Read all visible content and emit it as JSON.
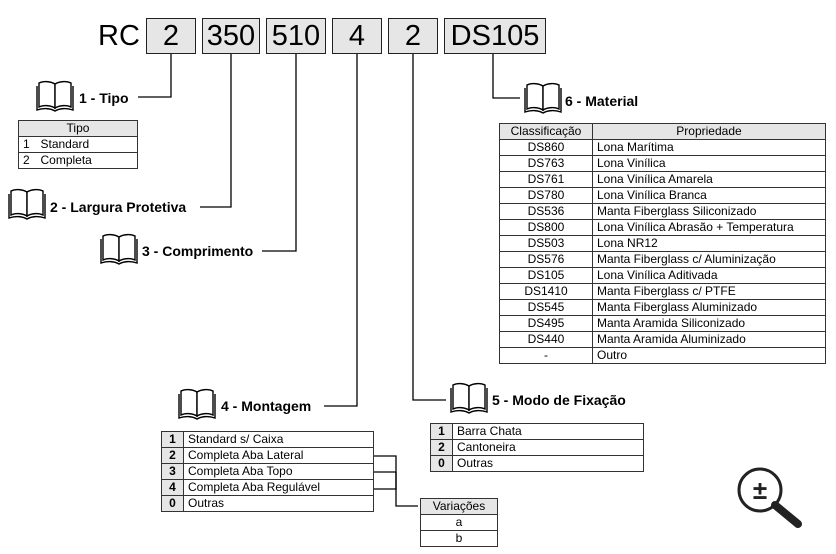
{
  "code": {
    "prefix": "RC",
    "segments": [
      "2",
      "350",
      "510",
      "4",
      "2",
      "DS105"
    ]
  },
  "sections": {
    "tipo": {
      "label": "1 - Tipo",
      "header": "Tipo",
      "rows": [
        {
          "num": "1",
          "text": "Standard"
        },
        {
          "num": "2",
          "text": "Completa"
        }
      ]
    },
    "largura": {
      "label": "2 - Largura Protetiva"
    },
    "comprimento": {
      "label": "3 - Comprimento"
    },
    "montagem": {
      "label": "4 - Montagem",
      "rows": [
        {
          "num": "1",
          "text": "Standard s/ Caixa"
        },
        {
          "num": "2",
          "text": "Completa Aba Lateral"
        },
        {
          "num": "3",
          "text": "Completa Aba Topo"
        },
        {
          "num": "4",
          "text": "Completa Aba Regulável"
        },
        {
          "num": "0",
          "text": "Outras"
        }
      ]
    },
    "variacoes": {
      "header": "Variações",
      "rows": [
        "a",
        "b"
      ]
    },
    "fixacao": {
      "label": "5 - Modo de Fixação",
      "rows": [
        {
          "num": "1",
          "text": "Barra Chata"
        },
        {
          "num": "2",
          "text": "Cantoneira"
        },
        {
          "num": "0",
          "text": "Outras"
        }
      ]
    },
    "material": {
      "label": "6 -  Material",
      "headers": [
        "Classificação",
        "Propriedade"
      ],
      "rows": [
        {
          "code": "DS860",
          "prop": "Lona Marítima"
        },
        {
          "code": "DS763",
          "prop": "Lona Vinílica"
        },
        {
          "code": "DS761",
          "prop": "Lona Vinílica Amarela"
        },
        {
          "code": "DS780",
          "prop": "Lona Vinílica Branca"
        },
        {
          "code": "DS536",
          "prop": "Manta Fiberglass Siliconizado"
        },
        {
          "code": "DS800",
          "prop": "Lona Vinílica Abrasão + Temperatura"
        },
        {
          "code": "DS503",
          "prop": "Lona NR12"
        },
        {
          "code": "DS576",
          "prop": "Manta Fiberglass c/ Aluminização"
        },
        {
          "code": "DS105",
          "prop": "Lona Vinílica Aditivada"
        },
        {
          "code": "DS1410",
          "prop": "Manta Fiberglass c/ PTFE"
        },
        {
          "code": "DS545",
          "prop": "Manta Fiberglass Aluminizado"
        },
        {
          "code": "DS495",
          "prop": "Manta Aramida Siliconizado"
        },
        {
          "code": "DS440",
          "prop": "Manta Aramida Aluminizado"
        },
        {
          "code": "-",
          "prop": "Outro"
        }
      ]
    }
  },
  "zoom": {
    "symbol": "±",
    "icon": "zoom-icon"
  }
}
